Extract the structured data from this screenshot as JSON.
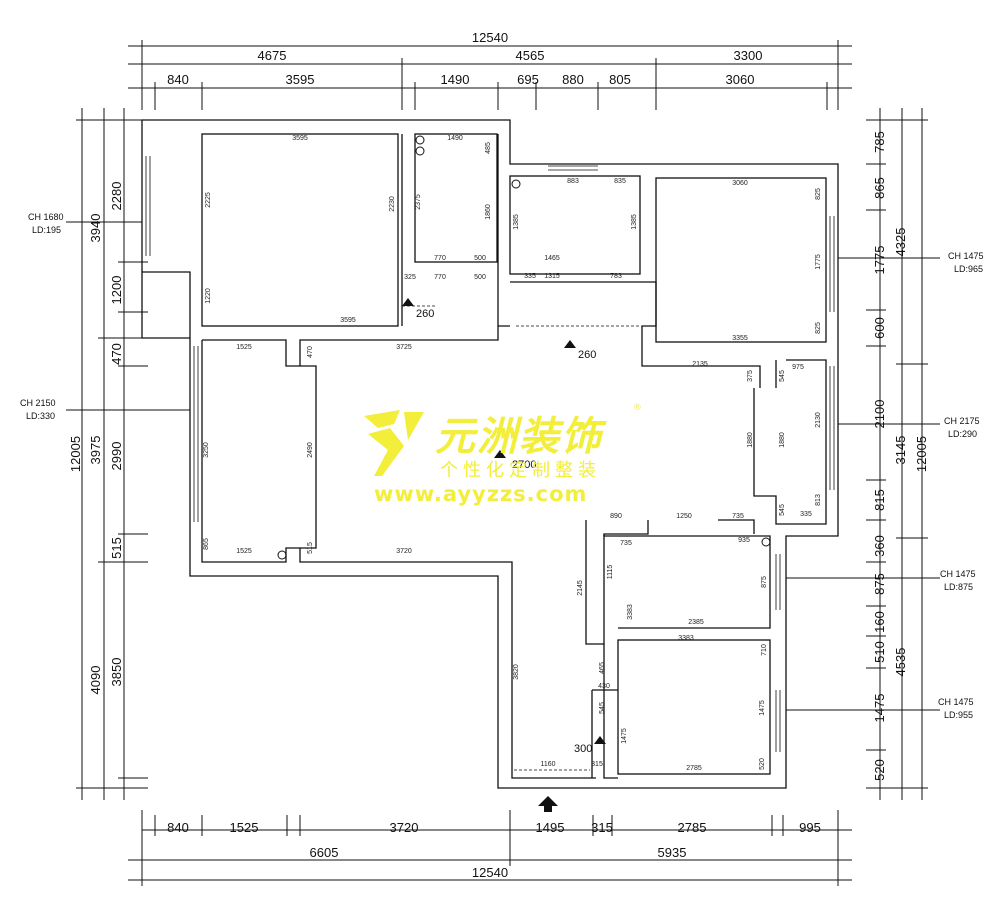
{
  "dims_top_total": "12540",
  "dims_top_mid": [
    "4675",
    "4565",
    "3300"
  ],
  "dims_top_detail": [
    "840",
    "3595",
    "1490",
    "695",
    "880",
    "805",
    "3060"
  ],
  "dims_bottom_detail": [
    "840",
    "1525",
    "3720",
    "1495",
    "315",
    "2785",
    "995"
  ],
  "dims_bottom_mid": [
    "6605",
    "5935"
  ],
  "dims_bottom_total": "12540",
  "dims_left_outer": "12005",
  "dims_left_mid": [
    "3940",
    "3975",
    "4090"
  ],
  "dims_left_detail": [
    "2280",
    "1200",
    "470",
    "2990",
    "515",
    "3850"
  ],
  "dims_right_detail": [
    "785",
    "865",
    "1775",
    "600",
    "2100",
    "815",
    "360",
    "875",
    "160",
    "510",
    "1475",
    "520"
  ],
  "dims_right_mid": [
    "4325",
    "3145",
    "4535"
  ],
  "dims_right_outer": "12005",
  "window_notes": [
    {
      "ch": "CH 1680",
      "ld": "LD:195"
    },
    {
      "ch": "CH 2150",
      "ld": "LD:330"
    },
    {
      "ch": "CH 1475",
      "ld": "LD:965"
    },
    {
      "ch": "CH 2175",
      "ld": "LD:290"
    },
    {
      "ch": "CH 1475",
      "ld": "LD:875"
    },
    {
      "ch": "CH 1475",
      "ld": "LD:955"
    }
  ],
  "heights": [
    "260",
    "260",
    "2700",
    "300"
  ],
  "room_dims": [
    "3595",
    "2225",
    "2230",
    "1220",
    "3595",
    "1490",
    "2375",
    "1860",
    "485",
    "770",
    "500",
    "770",
    "500",
    "325",
    "1385",
    "883",
    "835",
    "1385",
    "1465",
    "1315",
    "783",
    "335",
    "3060",
    "1775",
    "825",
    "3355",
    "825",
    "1525",
    "3250",
    "470",
    "3725",
    "2490",
    "865",
    "1525",
    "515",
    "3720",
    "2135",
    "375",
    "975",
    "1880",
    "1880",
    "2130",
    "545",
    "545",
    "335",
    "890",
    "1250",
    "735",
    "935",
    "735",
    "1115",
    "2145",
    "875",
    "2385",
    "3383",
    "3383",
    "465",
    "430",
    "545",
    "1475",
    "520",
    "1160",
    "315",
    "2785",
    "3820",
    "1475",
    "710",
    "813"
  ],
  "watermark": {
    "title": "元洲装饰",
    "subtitle": "个性化定制整装",
    "url": "www.ayyzzs.com",
    "reg": "®"
  },
  "colors": {
    "lines": "#111111",
    "watermark": "#f2ee3a"
  }
}
